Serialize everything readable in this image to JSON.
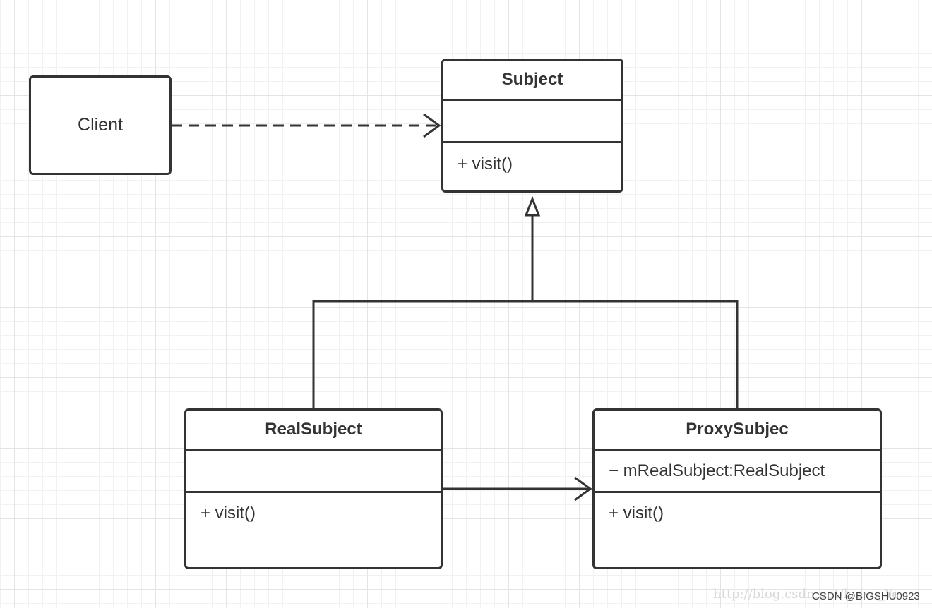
{
  "diagram": {
    "client": {
      "label": "Client"
    },
    "subject": {
      "name": "Subject",
      "attributes": "",
      "methods": [
        "+ visit()"
      ]
    },
    "real_subject": {
      "name": "RealSubject",
      "attributes": "",
      "methods": [
        "+ visit()"
      ]
    },
    "proxy_subject": {
      "name": "ProxySubjec",
      "attributes": "− mRealSubject:RealSubject",
      "methods": [
        "+ visit()"
      ]
    },
    "relationships": [
      {
        "from": "Client",
        "to": "Subject",
        "kind": "dependency"
      },
      {
        "from": "RealSubject",
        "to": "Subject",
        "kind": "generalization"
      },
      {
        "from": "ProxySubjec",
        "to": "Subject",
        "kind": "generalization"
      },
      {
        "from": "RealSubject",
        "to": "ProxySubjec",
        "kind": "association"
      }
    ]
  },
  "watermark": {
    "url": "http://blog.csdn.net/lenve_Ye",
    "credit": "CSDN @BIGSHU0923"
  },
  "colors": {
    "stroke": "#333333",
    "grid": "#e4e4e4",
    "background": "#ffffff"
  }
}
